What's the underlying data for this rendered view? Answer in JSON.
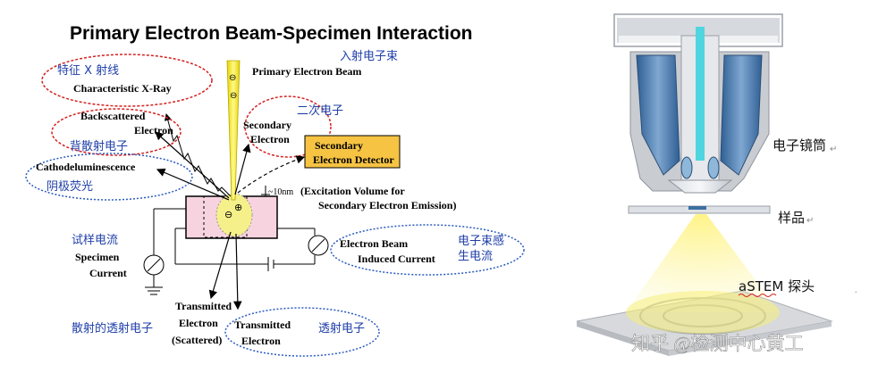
{
  "title": "Primary Electron Beam-Specimen Interaction",
  "left": {
    "primary_beam": "Primary Electron Beam",
    "incident_cn": "入射电子束",
    "xray_cn": "特征 X 射线",
    "xray_en": "Characteristic X-Ray",
    "backscattered_en_1": "Backscattered",
    "backscattered_en_2": "Electron",
    "backscattered_cn": "背散射电子",
    "secondary_cn": "二次电子",
    "secondary_en_1": "Secondary",
    "secondary_en_2": "Electron",
    "detector_1": "Secondary",
    "detector_2": "Electron Detector",
    "cathodo_en": "Cathodeluminescence",
    "cathodo_cn": "阴极荧光",
    "depth": "~10nm",
    "excitation_1": "(Excitation Volume for",
    "excitation_2": "Secondary Electron Emission)",
    "specimen_current_cn": "试样电流",
    "specimen_current_1": "Specimen",
    "specimen_current_2": "Current",
    "ebic_1": "Electron Beam",
    "ebic_2": "Induced Current",
    "ebic_cn_1": "电子束感",
    "ebic_cn_2": "生电流",
    "scattered_cn": "散射的透射电子",
    "transmitted_s_1": "Transmitted",
    "transmitted_s_2": "Electron",
    "transmitted_s_3": "(Scattered)",
    "transmitted_1": "Transmitted",
    "transmitted_2": "Electron",
    "transmitted_cn": "透射电子",
    "minus": "⊖",
    "plus": "⊕"
  },
  "right": {
    "column": "电子镜筒",
    "sample": "样品",
    "detector": "aSTEM 探头",
    "watermark": "知乎 @检测中心黄工",
    "return_mark": "↵"
  },
  "colors": {
    "beam": "#f5ec3a",
    "red_ellipse": "#d62020",
    "blue_ellipse": "#2a5bbf",
    "detector_box": "#f6c343",
    "specimen": "#f7d3e0",
    "column_blue": "#4a7ab0",
    "column_gray": "#c9ccd1"
  }
}
